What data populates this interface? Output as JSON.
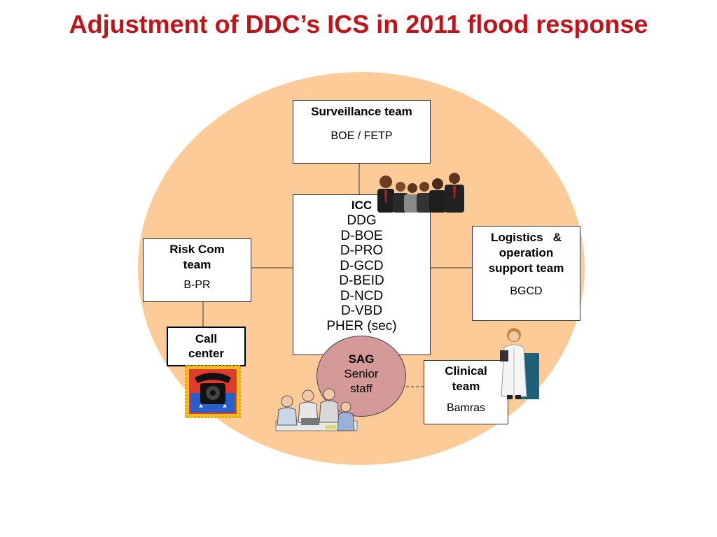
{
  "title": "Adjustment of DDC’s ICS in 2011 flood response",
  "colors": {
    "title": "#c0141c",
    "ellipse": "#fdcb98",
    "sag": "#d49a99"
  },
  "surveillance": {
    "heading": "Surveillance team",
    "sub": "BOE / FETP"
  },
  "icc": {
    "heading": "ICC",
    "members": [
      "DDG",
      "D-BOE",
      "D-PRO",
      "D-GCD",
      "D-BEID",
      "D-NCD",
      "D-VBD",
      "PHER (sec)"
    ]
  },
  "risk_com": {
    "heading_line1": "Risk Com",
    "heading_line2": "team",
    "sub": "B-PR"
  },
  "call_center": {
    "line1": "Call",
    "line2": "center"
  },
  "logistics": {
    "heading_line1": "Logistics   &",
    "heading_line2": "operation",
    "heading_line3": "support team",
    "sub": "BGCD"
  },
  "sag": {
    "heading": "SAG",
    "line1": "Senior",
    "line2": "staff"
  },
  "clinical": {
    "heading_line1": "Clinical",
    "heading_line2": "team",
    "sub": "Bamras"
  },
  "illustrations": [
    "business-people-icon",
    "telephone-stamp-icon",
    "doctor-icon",
    "meeting-people-icon"
  ]
}
